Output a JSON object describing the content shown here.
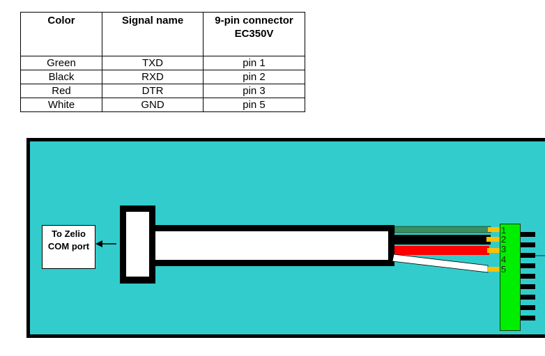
{
  "table": {
    "headers": [
      "Color",
      "Signal name",
      "9-pin connector EC350V"
    ],
    "rows": [
      [
        "Green",
        "TXD",
        "pin 1"
      ],
      [
        "Black",
        "RXD",
        "pin 2"
      ],
      [
        "Red",
        "DTR",
        "pin 3"
      ],
      [
        "White",
        "GND",
        "pin 5"
      ]
    ]
  },
  "diagram": {
    "label": "To Zelio COM port",
    "pin_numbers": [
      "1",
      "2",
      "3",
      "4",
      "5"
    ],
    "colors": {
      "background": "#33CCCC",
      "green_wire": "#3A8F5E",
      "red_wire": "#FF0000",
      "pin": "#FFC000",
      "connector": "#00EE00"
    }
  }
}
